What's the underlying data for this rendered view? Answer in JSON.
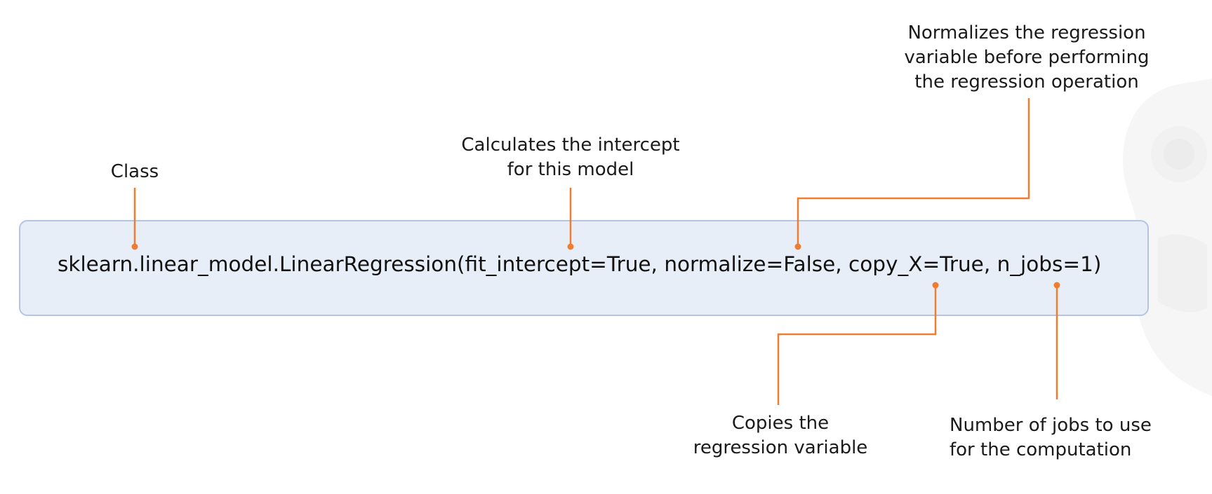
{
  "code": "sklearn.linear_model.LinearRegression(fit_intercept=True, normalize=False, copy_X=True, n_jobs=1)",
  "callouts": {
    "class": [
      "Class"
    ],
    "intercept": [
      "Calculates the intercept",
      "for this model"
    ],
    "normalize": [
      "Normalizes the regression",
      "variable before performing",
      "the regression operation"
    ],
    "copy": [
      "Copies the",
      "regression variable"
    ],
    "jobs": [
      "Number of jobs to use",
      "for the computation"
    ]
  },
  "colors": {
    "connector": "#ed7d31",
    "box_fill": "#e8eef8",
    "box_border": "#b4c5e3"
  }
}
